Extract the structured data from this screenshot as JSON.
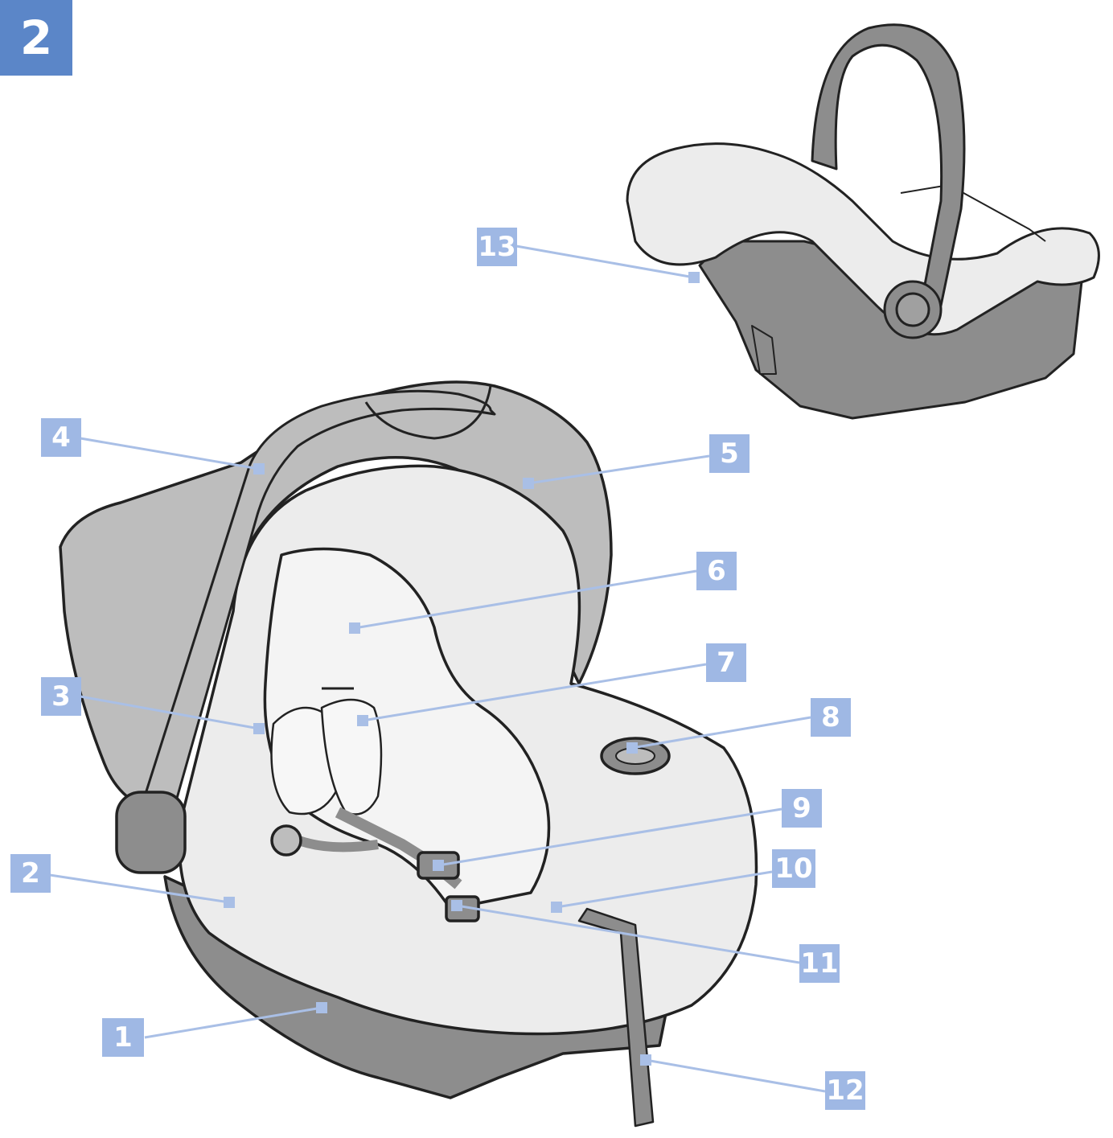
{
  "figure_number": "2",
  "colors": {
    "badge": "#5b86c8",
    "label_box": "#9fb8e4",
    "leader_line": "#a9bfe6",
    "outline": "#222222",
    "shell_dark": "#8d8d8d",
    "fabric_light": "#ececec",
    "canopy_mid": "#bdbdbd"
  },
  "callouts": [
    {
      "id": "c1",
      "label": "1"
    },
    {
      "id": "c2",
      "label": "2"
    },
    {
      "id": "c3",
      "label": "3"
    },
    {
      "id": "c4",
      "label": "4"
    },
    {
      "id": "c5",
      "label": "5"
    },
    {
      "id": "c6",
      "label": "6"
    },
    {
      "id": "c7",
      "label": "7"
    },
    {
      "id": "c8",
      "label": "8"
    },
    {
      "id": "c9",
      "label": "9"
    },
    {
      "id": "c10",
      "label": "10"
    },
    {
      "id": "c11",
      "label": "11"
    },
    {
      "id": "c12",
      "label": "12"
    },
    {
      "id": "c13",
      "label": "13"
    }
  ]
}
